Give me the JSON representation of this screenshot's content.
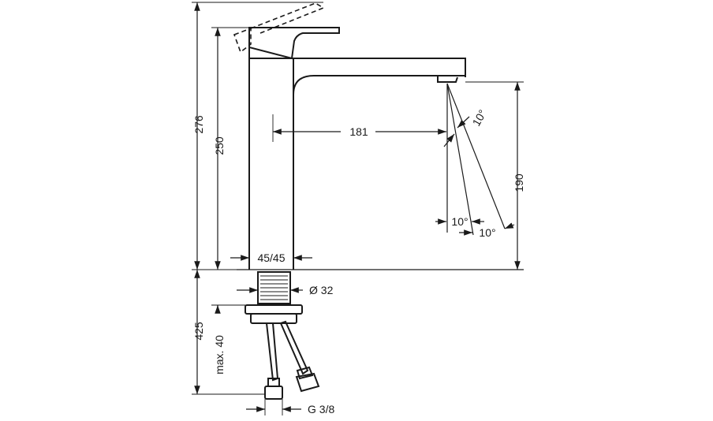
{
  "diagram": {
    "dimensions": {
      "total_height": "276",
      "spout_height": "250",
      "projection": "181",
      "outlet_height": "190",
      "base_depth": "425",
      "max_counter": "max. 40",
      "base_size": "45/45",
      "thread": "G 3/8",
      "diameter": "Ø 32",
      "angle_top": "10°",
      "angle_left": "10°",
      "angle_right": "10°"
    },
    "colors": {
      "line": "#1a1a1a",
      "background": "#ffffff"
    }
  }
}
